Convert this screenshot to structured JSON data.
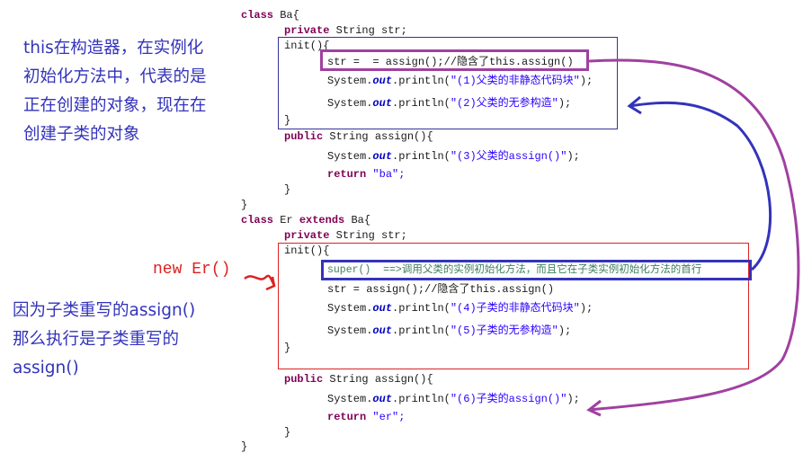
{
  "code": {
    "ba_class": [
      "class",
      " Ba{"
    ],
    "ba_field": [
      "private",
      " String str;"
    ],
    "ba_init": "init(){",
    "ba_assign_call": "str =  = assign();//隐含了this.assign()",
    "ba_print1": [
      "System.",
      "out",
      ".println(",
      "\"(1)父类的非静态代码块\"",
      ");"
    ],
    "ba_print2": [
      "System.",
      "out",
      ".println(",
      "\"(2)父类的无参构造\"",
      ");"
    ],
    "ba_init_close": "}",
    "ba_assign_decl": [
      "public",
      " String assign(){"
    ],
    "ba_print3": [
      "System.",
      "out",
      ".println(",
      "\"(3)父类的assign()\"",
      ");"
    ],
    "ba_return": [
      "return",
      " \"ba\";"
    ],
    "ba_assign_close": "}",
    "ba_close": "}",
    "er_class": [
      "class",
      " Er ",
      "extends",
      " Ba{"
    ],
    "er_field": [
      "private",
      " String str;"
    ],
    "er_init": "init(){",
    "er_super": "super()  ==>调用父类的实例初始化方法，而且它在子类实例初始化方法的首行",
    "er_assign_call": "str = assign();//隐含了this.assign()",
    "er_print4": [
      "System.",
      "out",
      ".println(",
      "\"(4)子类的非静态代码块\"",
      ");"
    ],
    "er_print5": [
      "System.",
      "out",
      ".println(",
      "\"(5)子类的无参构造\"",
      ");"
    ],
    "er_init_close": "}",
    "er_assign_decl": [
      "public",
      " String assign(){"
    ],
    "er_print6": [
      "System.",
      "out",
      ".println(",
      "\"(6)子类的assign()\"",
      ");"
    ],
    "er_return": [
      "return",
      " \"er\";"
    ],
    "er_assign_close": "}",
    "er_close": "}"
  },
  "notes": {
    "this_note_lines": [
      "this在构造器，在实例化",
      "初始化方法中，代表的是",
      "正在创建的对象，现在在",
      "创建子类的对象"
    ],
    "new_er": "new Er()",
    "override_note_lines": [
      "因为子类重写的assign()",
      "那么执行是子类重写的",
      "assign()"
    ]
  },
  "colors": {
    "keyword": "#7f0055",
    "field": "#0000c0",
    "string": "#2a00ff",
    "note_blue": "#3333bb",
    "red": "#dd2222",
    "purple_box": "#a040a0",
    "blue_box": "#3333bb",
    "navy_box": "#333399",
    "green_comment": "#3f7f5f"
  }
}
